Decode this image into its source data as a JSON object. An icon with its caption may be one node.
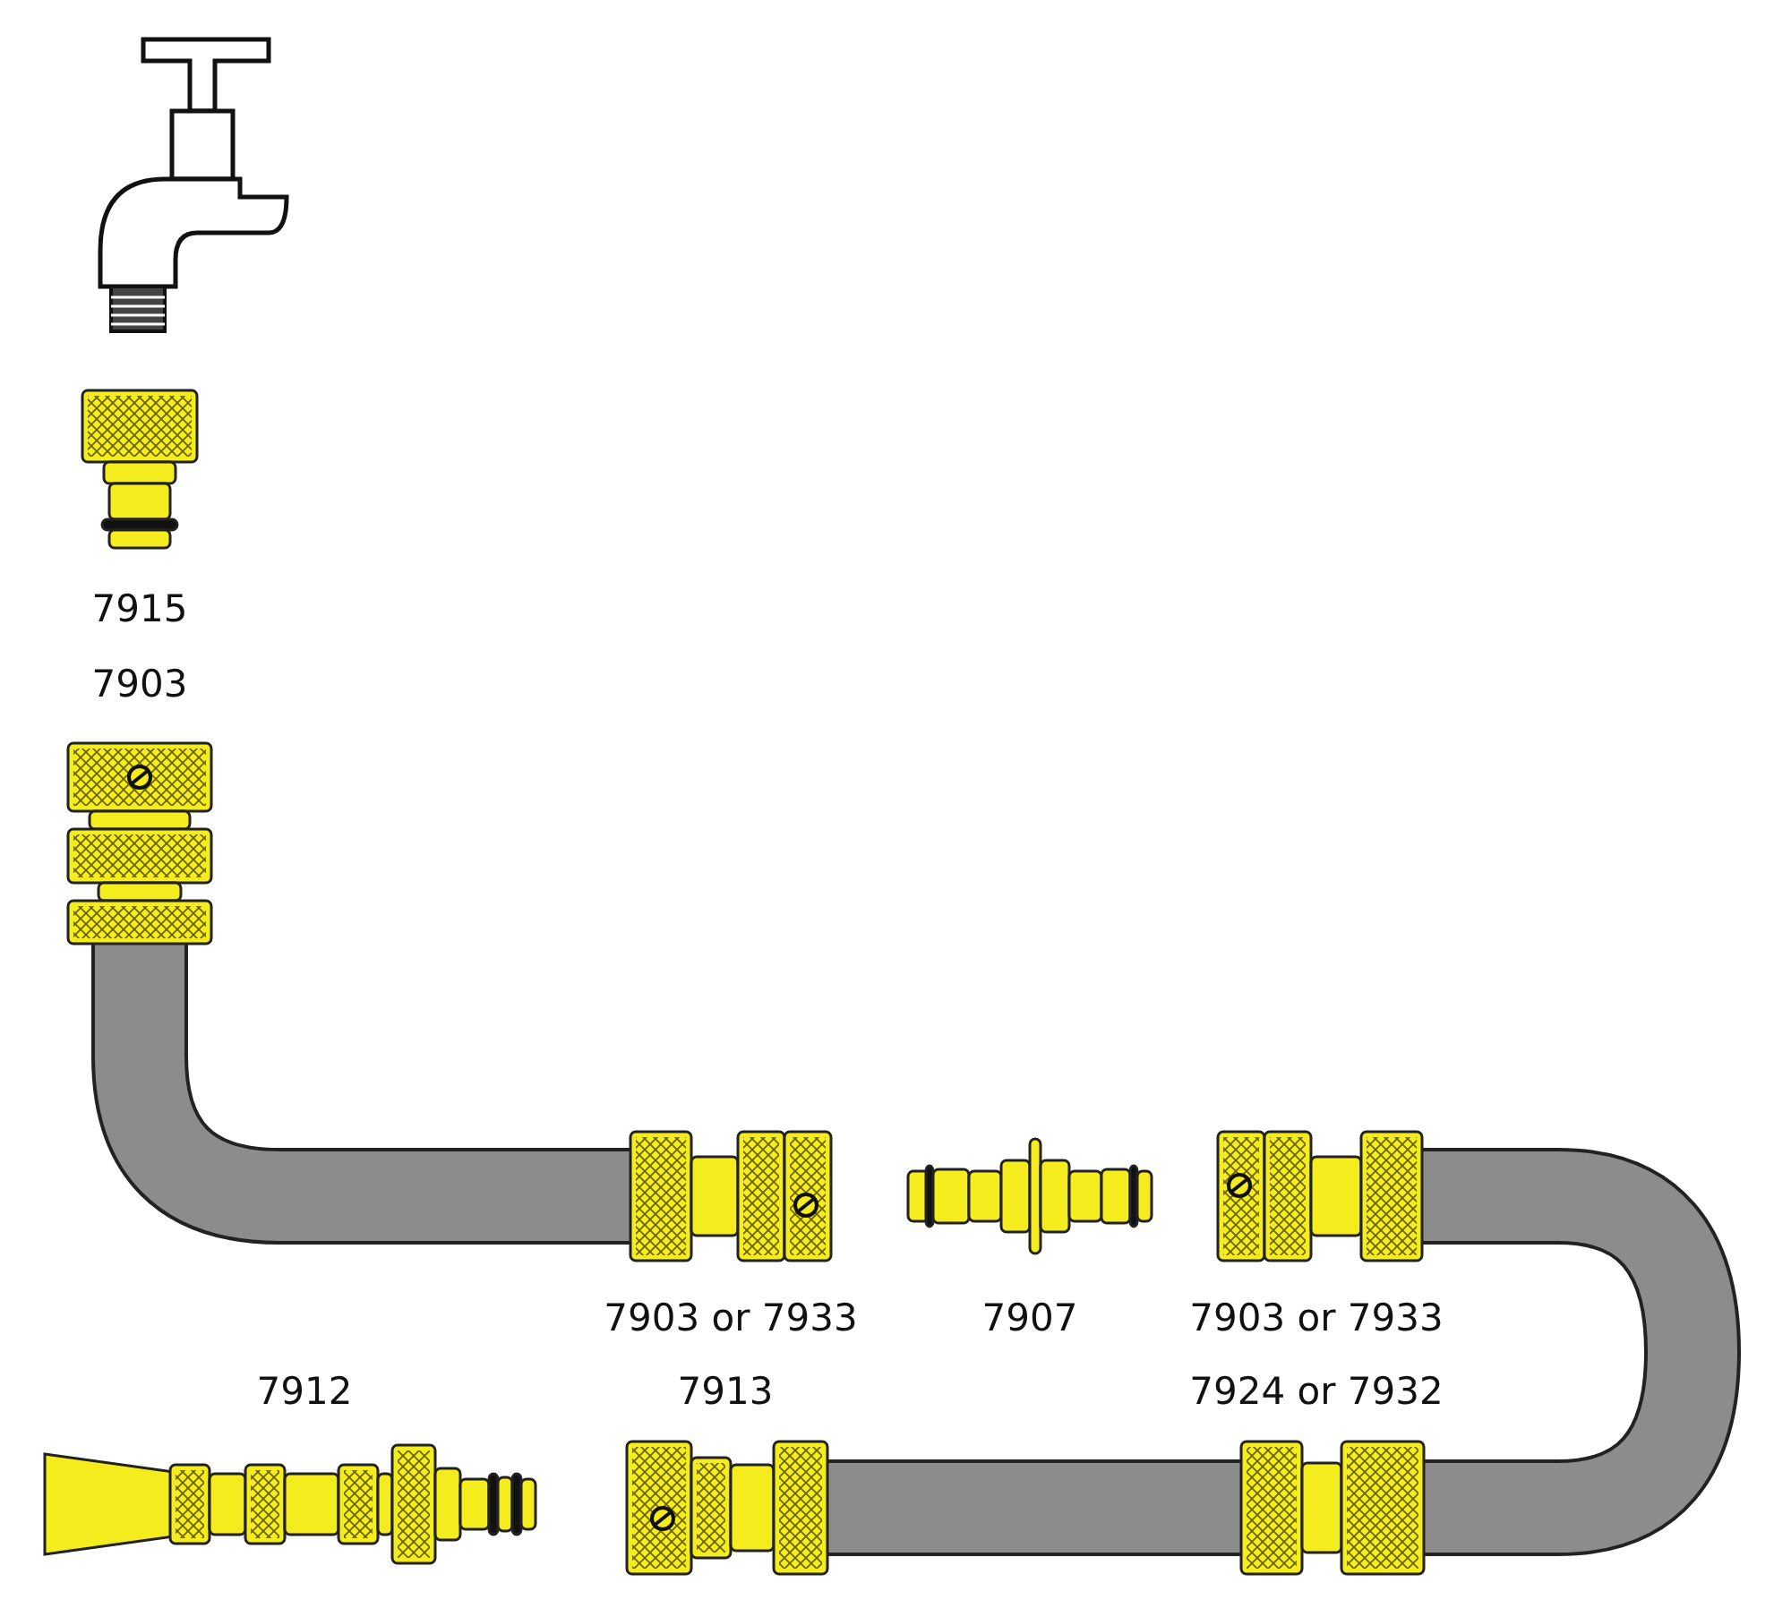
{
  "diagram": {
    "labels": [
      "7915",
      "7903",
      "7903 or 7933",
      "7907",
      "7903 or 7933",
      "7912",
      "7913",
      "7924 or 7932"
    ]
  }
}
